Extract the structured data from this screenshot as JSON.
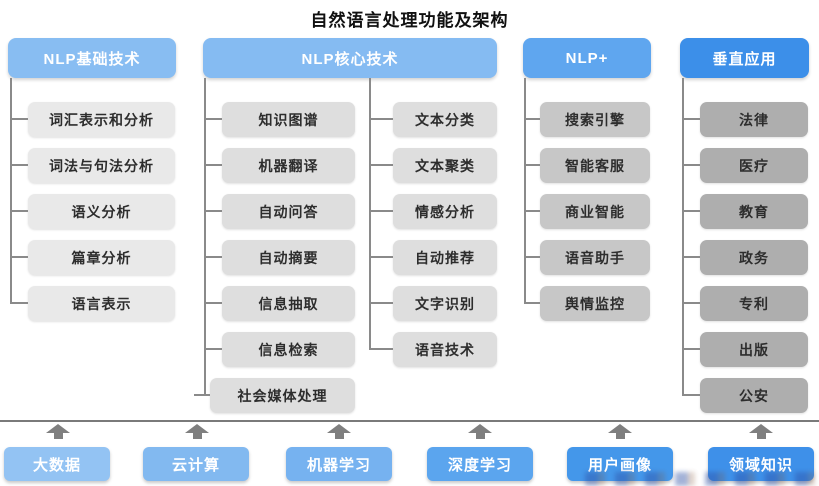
{
  "title": "自然语言处理功能及架构",
  "columns": [
    {
      "header": "NLP基础技术",
      "header_color": "#88BDF2",
      "item_color": "#E9E9E9",
      "items": [
        "词汇表示和分析",
        "词法与句法分析",
        "语义分析",
        "篇章分析",
        "语言表示"
      ]
    },
    {
      "header": "NLP核心技术",
      "header_color": "#85BBF2",
      "item_color": "#DEDEDE",
      "items_left": [
        "知识图谱",
        "机器翻译",
        "自动问答",
        "自动摘要",
        "信息抽取",
        "信息检索",
        "社会媒体处理"
      ],
      "items_right": [
        "文本分类",
        "文本聚类",
        "情感分析",
        "自动推荐",
        "文字识别",
        "语音技术"
      ]
    },
    {
      "header": "NLP+",
      "header_color": "#5FA6EF",
      "item_color": "#C7C7C7",
      "items": [
        "搜索引擎",
        "智能客服",
        "商业智能",
        "语音助手",
        "舆情监控"
      ]
    },
    {
      "header": "垂直应用",
      "header_color": "#3C8FE9",
      "item_color": "#AEAEAE",
      "items": [
        "法律",
        "医疗",
        "教育",
        "政务",
        "专利",
        "出版",
        "公安"
      ]
    }
  ],
  "foundation": {
    "items": [
      {
        "label": "大数据",
        "color": "#93C3F3"
      },
      {
        "label": "云计算",
        "color": "#82B9F0"
      },
      {
        "label": "机器学习",
        "color": "#76B2F0"
      },
      {
        "label": "深度学习",
        "color": "#5BA5EE"
      },
      {
        "label": "用户画像",
        "color": "#4497EA"
      },
      {
        "label": "领域知识",
        "color": "#3E90E9"
      }
    ]
  },
  "colors": {
    "connector": "#8a8a8a",
    "separator": "#7a7a7a",
    "arrow": "#7f7f7f"
  }
}
